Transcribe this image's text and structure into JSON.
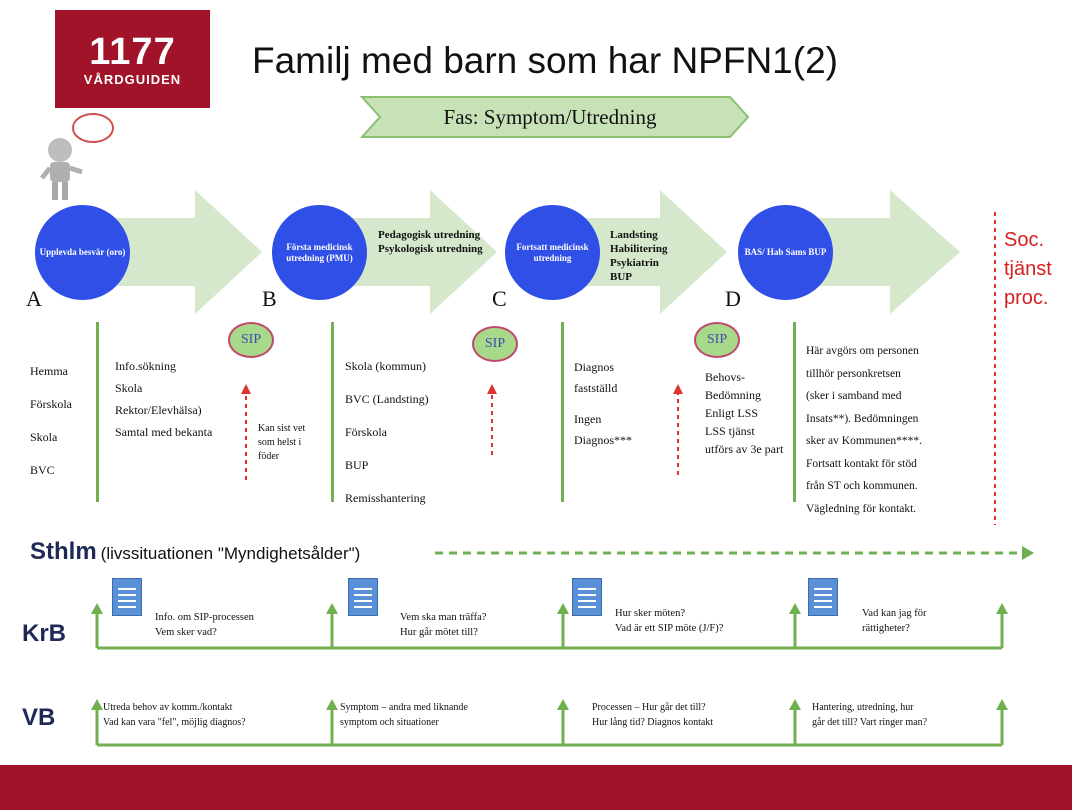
{
  "logo": {
    "number": "1177",
    "name": "VÅRDGUIDEN"
  },
  "title": "Familj med barn som har NPFN1(2)",
  "phase": "Fas: Symptom/Utredning",
  "stages": [
    {
      "letter": "A",
      "circle": "Upplevda besvär (oro)",
      "items": [
        "Hemma",
        "Förskola",
        "Skola",
        "BVC"
      ],
      "sources": [
        "Info.sökning",
        "Skola",
        "Rektor/Elevhälsa)",
        "Samtal med bekanta"
      ],
      "side_note": [
        "Kan sist vet som helst i föder"
      ]
    },
    {
      "letter": "B",
      "circle": "Första medicinsk utredning (PMU)",
      "arrow_text": [
        "Pedagogisk utredning",
        "Psykologisk utredning"
      ],
      "items": [
        "Skola (kommun)",
        "BVC (Landsting)",
        "Förskola",
        "BUP",
        "Remisshantering"
      ]
    },
    {
      "letter": "C",
      "circle": "Fortsatt medicinsk utredning",
      "arrow_text": [
        "Landsting",
        "Habilitering",
        "Psykiatrin",
        "BUP"
      ],
      "items": [
        "Diagnos fastställd",
        "Ingen Diagnos***"
      ]
    },
    {
      "letter": "D",
      "circle": "BAS/ Hab Sams BUP",
      "items": [
        "Behovs-",
        "Bedömning",
        "Enligt LSS",
        "LSS tjänst utförs av 3e part"
      ],
      "desc": [
        "Här avgörs om personen",
        "tillhör personkretsen",
        "(sker i samband med",
        "Insats**).  Bedömningen",
        "sker av Kommunen****.",
        "Fortsatt kontakt för stöd",
        "från ST och kommunen.",
        "Vägledning för kontakt."
      ]
    }
  ],
  "sip_label": "SIP",
  "soc": [
    "Soc.",
    "tjänst",
    "proc."
  ],
  "sthlm": {
    "label": "Sthlm",
    "sub": "(livssituationen \"Myndighetsålder\")"
  },
  "krb": {
    "label": "KrB",
    "items": [
      [
        "Info. om SIP-processen",
        "Vem sker vad?"
      ],
      [
        "Vem ska man träffa?",
        "Hur går mötet till?"
      ],
      [
        "Hur sker möten?",
        "Vad är ett SIP möte (J/F)?"
      ],
      [
        "Vad kan jag för",
        "rättigheter?"
      ]
    ]
  },
  "vb": {
    "label": "VB",
    "items": [
      [
        "Utreda behov av komm./kontakt",
        "Vad kan vara \"fel\", möjlig diagnos?"
      ],
      [
        "Symptom – andra med liknande",
        "symptom och situationer"
      ],
      [
        "Processen – Hur går det till?",
        "Hur lång tid? Diagnos kontakt"
      ],
      [
        "Hantering, utredning, hur",
        "går det till? Vart ringer man?"
      ]
    ]
  },
  "colors": {
    "brand": "#a01328",
    "circle": "#2f4fe6",
    "arrow": "#d5e8cc",
    "green": "#70b050",
    "red": "#d62020"
  }
}
